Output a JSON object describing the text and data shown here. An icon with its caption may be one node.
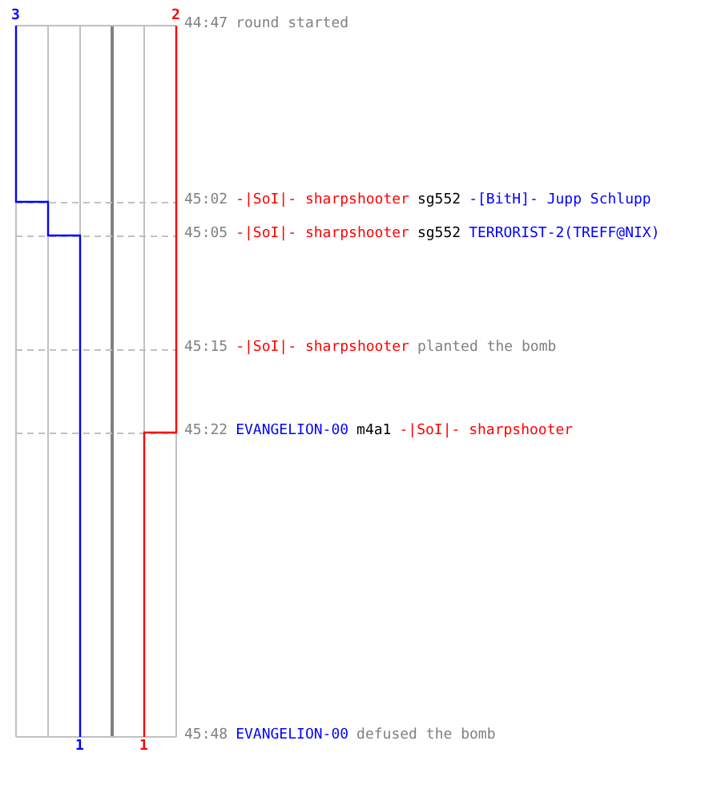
{
  "diagram": {
    "labels": [
      "3",
      "2",
      "44:47",
      "round started",
      "45:02",
      "-|SoI|- sharpshooter",
      "sg552",
      "-[BitH]- Jupp Schlupp",
      "45:05",
      "-|SoI|- sharpshooter",
      "sg552",
      "TERRORIST-2(TREFF@NIX)",
      "45:15",
      "-|SoI|- sharpshooter",
      "planted the bomb",
      "45:22",
      "EVANGELION-00",
      "m4a1",
      "-|SoI|- sharpshooter",
      "45:48",
      "EVANGELION-00",
      "defused the bomb",
      "1",
      "1"
    ]
  }
}
